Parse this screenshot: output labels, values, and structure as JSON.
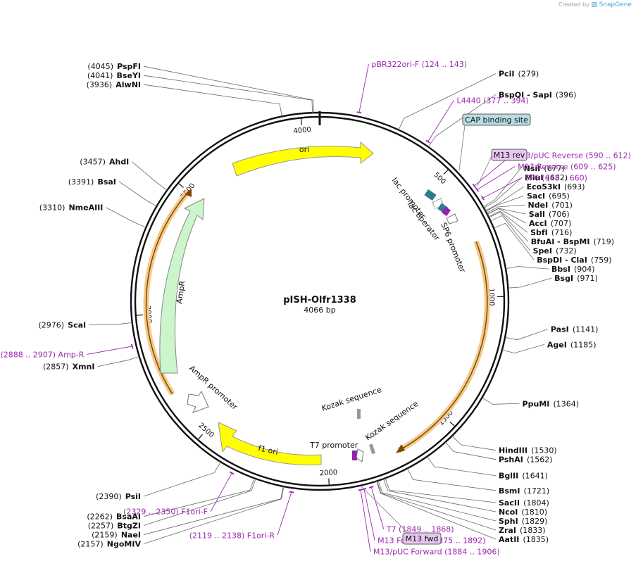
{
  "credit": {
    "created_by": "Created by",
    "brand": "SnapGene"
  },
  "plasmid": {
    "name": "pISH-Olfr1338",
    "length": 4066,
    "length_label": "4066 bp"
  },
  "ticks": [
    {
      "bp": 500,
      "label": "500"
    },
    {
      "bp": 1000,
      "label": "1000"
    },
    {
      "bp": 1500,
      "label": "1500"
    },
    {
      "bp": 2000,
      "label": "2000"
    },
    {
      "bp": 2500,
      "label": "2500"
    },
    {
      "bp": 3000,
      "label": "3000"
    },
    {
      "bp": 3500,
      "label": "3500"
    },
    {
      "bp": 4000,
      "label": "4000"
    }
  ],
  "sites": [
    {
      "name": "PspFI",
      "pos": "(4045)",
      "bp": 4045
    },
    {
      "name": "BseYI",
      "pos": "(4041)",
      "bp": 4041
    },
    {
      "name": "AlwNI",
      "pos": "(3936)",
      "bp": 3936
    },
    {
      "name": "PciI",
      "pos": "(279)",
      "bp": 279
    },
    {
      "name": "BspQI",
      "name2": "SapI",
      "pos": "(396)",
      "bp": 396
    },
    {
      "name": "NsiI",
      "pos": "(677)",
      "bp": 677
    },
    {
      "name": "MluI",
      "pos": "(682)",
      "bp": 682
    },
    {
      "name": "Eco53kI",
      "pos": "(693)",
      "bp": 693
    },
    {
      "name": "SacI",
      "pos": "(695)",
      "bp": 695
    },
    {
      "name": "NdeI",
      "pos": "(701)",
      "bp": 701
    },
    {
      "name": "SalI",
      "pos": "(706)",
      "bp": 706
    },
    {
      "name": "AccI",
      "pos": "(707)",
      "bp": 707
    },
    {
      "name": "SbfI",
      "pos": "(716)",
      "bp": 716
    },
    {
      "name": "BfuAI",
      "name2": "BspMI",
      "pos": "(719)",
      "bp": 719
    },
    {
      "name": "SpeI",
      "pos": "(732)",
      "bp": 732
    },
    {
      "name": "BspDI",
      "name2": "ClaI",
      "pos": "(759)",
      "bp": 759
    },
    {
      "name": "BbsI",
      "pos": "(904)",
      "bp": 904
    },
    {
      "name": "BsgI",
      "pos": "(971)",
      "bp": 971
    },
    {
      "name": "PasI",
      "pos": "(1141)",
      "bp": 1141
    },
    {
      "name": "AgeI",
      "pos": "(1185)",
      "bp": 1185
    },
    {
      "name": "PpuMI",
      "pos": "(1364)",
      "bp": 1364
    },
    {
      "name": "HindIII",
      "pos": "(1530)",
      "bp": 1530
    },
    {
      "name": "PshAI",
      "pos": "(1562)",
      "bp": 1562
    },
    {
      "name": "BglII",
      "pos": "(1641)",
      "bp": 1641
    },
    {
      "name": "BsmI",
      "pos": "(1721)",
      "bp": 1721
    },
    {
      "name": "SacII",
      "pos": "(1804)",
      "bp": 1804
    },
    {
      "name": "NcoI",
      "pos": "(1810)",
      "bp": 1810
    },
    {
      "name": "SphI",
      "pos": "(1829)",
      "bp": 1829
    },
    {
      "name": "ZraI",
      "pos": "(1833)",
      "bp": 1833
    },
    {
      "name": "AatII",
      "pos": "(1835)",
      "bp": 1835
    },
    {
      "name": "NaeI",
      "pos": "(2159)",
      "bp": 2159
    },
    {
      "name": "NgoMIV",
      "pos": "(2157)",
      "bp": 2157
    },
    {
      "name": "BtgZI",
      "pos": "(2257)",
      "bp": 2257
    },
    {
      "name": "BsaAI",
      "pos": "(2262)",
      "bp": 2262
    },
    {
      "name": "PsiI",
      "pos": "(2390)",
      "bp": 2390
    },
    {
      "name": "XmnI",
      "pos": "(2857)",
      "bp": 2857
    },
    {
      "name": "ScaI",
      "pos": "(2976)",
      "bp": 2976
    },
    {
      "name": "NmeAIII",
      "pos": "(3310)",
      "bp": 3310
    },
    {
      "name": "BsaI",
      "pos": "(3391)",
      "bp": 3391
    },
    {
      "name": "AhdI",
      "pos": "(3457)",
      "bp": 3457
    }
  ],
  "primers": [
    {
      "name": "pBR322ori-F",
      "range": "(124 .. 143)",
      "bp": 133
    },
    {
      "name": "L4440",
      "range": "(377 .. 394)",
      "bp": 385
    },
    {
      "name": "M13/pUC Reverse",
      "range": "(590 .. 612)",
      "bp": 601
    },
    {
      "name": "M13 Reverse",
      "range": "(609 .. 625)",
      "bp": 617
    },
    {
      "name": "SP6",
      "range": "(643 .. 660)",
      "bp": 651
    },
    {
      "name": "T7",
      "range": "(1849 .. 1868)",
      "bp": 1858
    },
    {
      "name": "M13 Forward",
      "range": "(1875 .. 1892)",
      "bp": 1883
    },
    {
      "name": "M13/pUC Forward",
      "range": "(1884 .. 1906)",
      "bp": 1895
    },
    {
      "name": "F1ori-R",
      "range": "(2119 .. 2138)",
      "bp": 2128
    },
    {
      "name": "F1ori-F",
      "range": "(2329 .. 2350)",
      "bp": 2339
    },
    {
      "name": "Amp-R",
      "range": "(2888 .. 2907)",
      "bp": 2897
    }
  ],
  "boxed_features": [
    {
      "name": "CAP binding site",
      "fill": "#b7dde3",
      "bp": 575
    },
    {
      "name": "M13 rev",
      "fill": "#e6c6ef",
      "bp": 620
    },
    {
      "name": "M13 fwd",
      "fill": "#e6c6ef",
      "bp": 1880
    }
  ],
  "features": [
    {
      "name": "ori",
      "color": "#ffff00"
    },
    {
      "name": "AmpR",
      "color": "#ccf5cc"
    },
    {
      "name": "AmpR promoter",
      "color": "#ffffff"
    },
    {
      "name": "f1 ori",
      "color": "#ffff00"
    },
    {
      "name": "lac promoter",
      "color": "#ffffff"
    },
    {
      "name": "lac operator",
      "color": "#ffffff"
    },
    {
      "name": "SP6 promoter",
      "color": "#ffffff"
    },
    {
      "name": "T7 promoter",
      "color": "#ffffff"
    },
    {
      "name": "Kozak sequence",
      "color": "#999999"
    },
    {
      "name": "Kozak sequence",
      "color": "#999999"
    }
  ],
  "colors": {
    "backbone": "#000000",
    "primer": "#9c27b0",
    "orf": "#f0a030"
  }
}
